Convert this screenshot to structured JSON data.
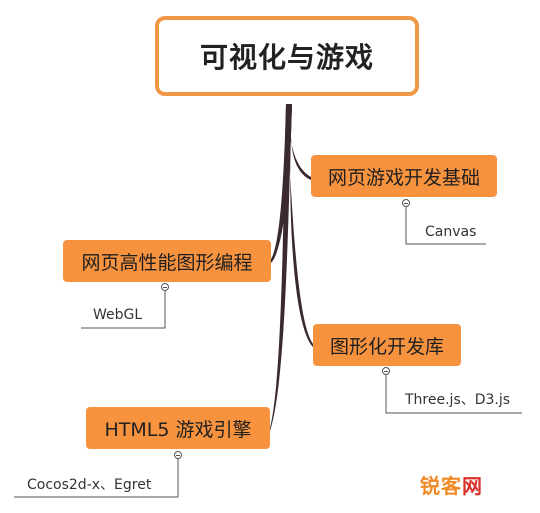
{
  "mindmap": {
    "root": {
      "label": "可视化与游戏"
    },
    "topics": [
      {
        "label": "网页游戏开发基础",
        "leaf": "Canvas"
      },
      {
        "label": "网页高性能图形编程",
        "leaf": "WebGL"
      },
      {
        "label": "图形化开发库",
        "leaf": "Three.js、D3.js"
      },
      {
        "label": "HTML5 游戏引擎",
        "leaf": "Cocos2d-x、Egret"
      }
    ]
  },
  "watermark": {
    "part1": "锐",
    "part2": "客",
    "part3": "网"
  },
  "colors": {
    "root_border": "#ef9848",
    "topic_fill": "#f7933f",
    "branch_line": "#3a2a2e",
    "leaf_line": "#555555",
    "watermark_orange": "#f08a24",
    "watermark_red": "#d9302b"
  },
  "icons": [
    "collapse-toggle-icon"
  ]
}
